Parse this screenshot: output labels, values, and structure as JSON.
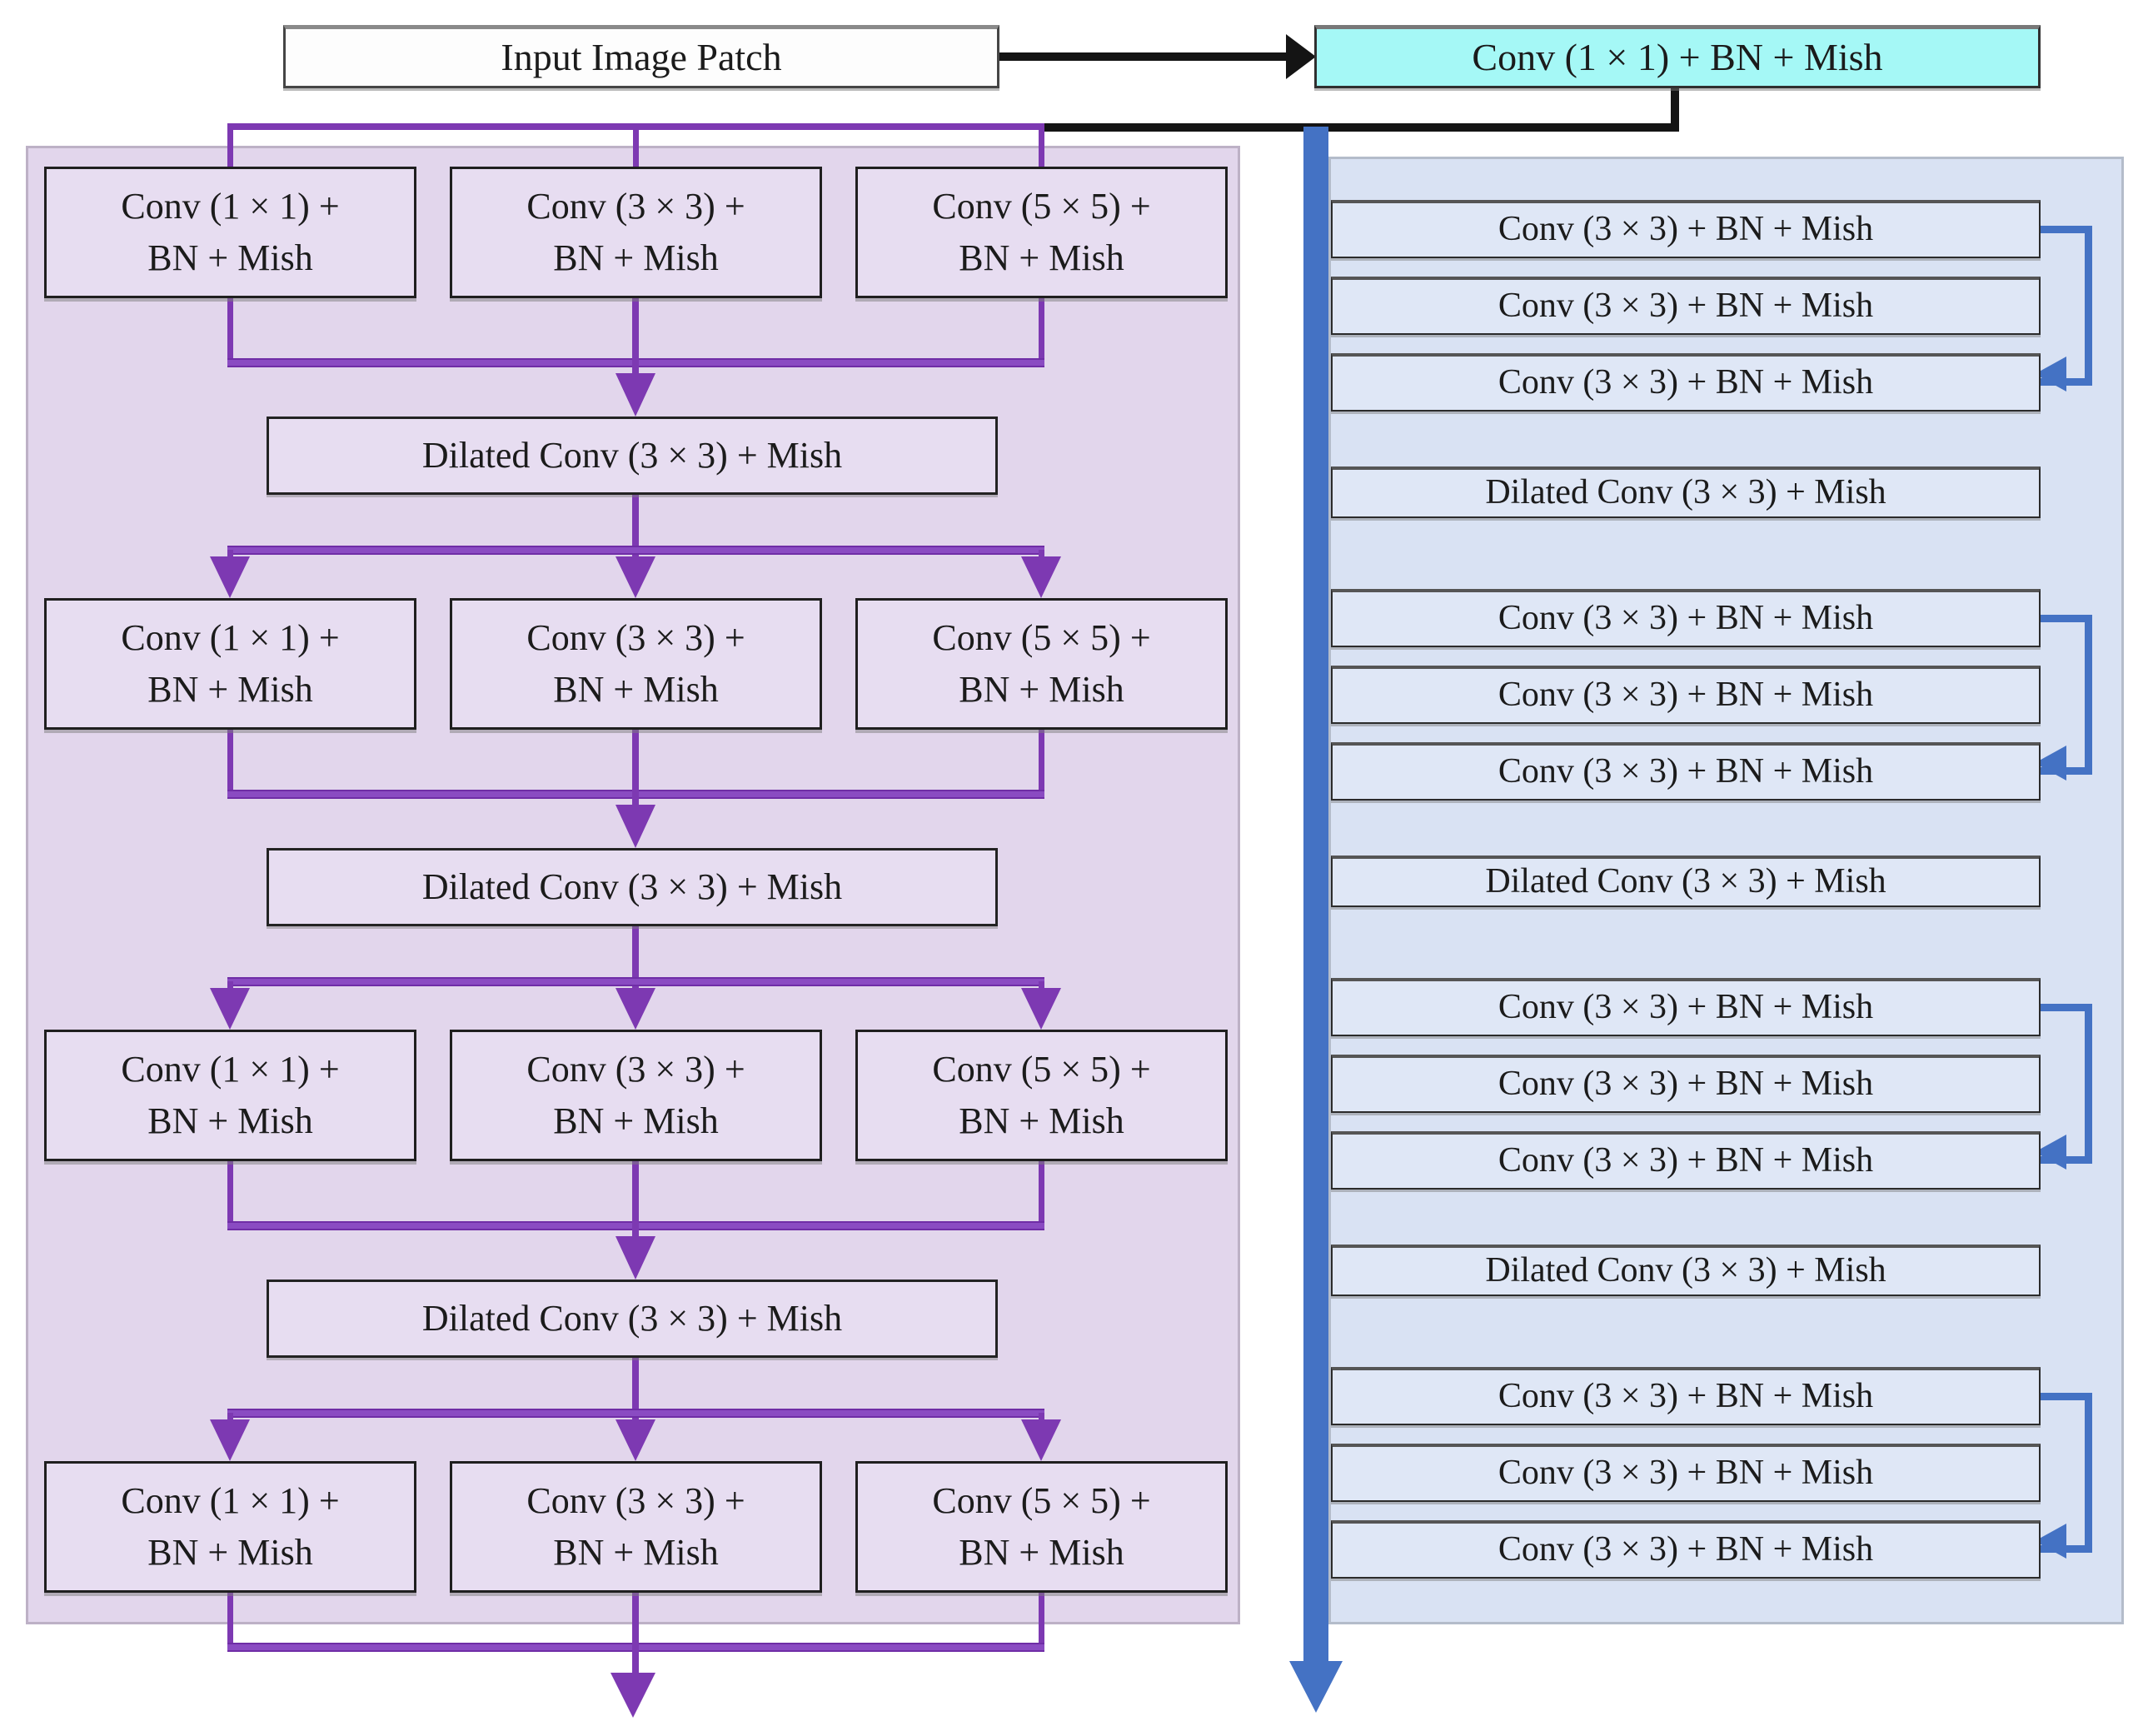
{
  "top": {
    "input_label": "Input Image Patch",
    "conv_label": "Conv (1 × 1) + BN + Mish"
  },
  "left_panel": {
    "rows": [
      [
        "Conv (1 × 1) +\nBN + Mish",
        "Conv (3 × 3) +\nBN + Mish",
        "Conv (5 × 5) +\nBN + Mish"
      ],
      [
        "Conv (1 × 1) +\nBN + Mish",
        "Conv (3 × 3) +\nBN + Mish",
        "Conv (5 × 5) +\nBN + Mish"
      ],
      [
        "Conv (1 × 1) +\nBN + Mish",
        "Conv (3 × 3) +\nBN + Mish",
        "Conv (5 × 5) +\nBN + Mish"
      ],
      [
        "Conv (1 × 1) +\nBN + Mish",
        "Conv (3 × 3) +\nBN + Mish",
        "Conv (5 × 5) +\nBN + Mish"
      ]
    ],
    "dilated": [
      "Dilated Conv (3 × 3) + Mish",
      "Dilated Conv (3 × 3) + Mish",
      "Dilated Conv (3 × 3) + Mish"
    ]
  },
  "right_panel": {
    "groups": [
      [
        "Conv (3 × 3) + BN + Mish",
        "Conv (3 × 3) + BN + Mish",
        "Conv (3 × 3) + BN + Mish"
      ],
      [
        "Conv (3 × 3) + BN + Mish",
        "Conv (3 × 3) + BN + Mish",
        "Conv (3 × 3) + BN + Mish"
      ],
      [
        "Conv (3 × 3) + BN + Mish",
        "Conv (3 × 3) + BN + Mish",
        "Conv (3 × 3) + BN + Mish"
      ],
      [
        "Conv (3 × 3) + BN + Mish",
        "Conv (3 × 3) + BN + Mish",
        "Conv (3 × 3) + BN + Mish"
      ]
    ],
    "dilated": [
      "Dilated Conv (3 × 3) + Mish",
      "Dilated Conv (3 × 3) + Mish",
      "Dilated Conv (3 × 3) + Mish"
    ]
  },
  "colors": {
    "accent_purple": "#7d39b2",
    "accent_blue": "#4472c4",
    "cyan_box_fill": "#a5f8f6",
    "left_panel_bg": "#e2d6ec",
    "right_panel_bg": "#d9e2f3",
    "connector_black": "#141414"
  }
}
